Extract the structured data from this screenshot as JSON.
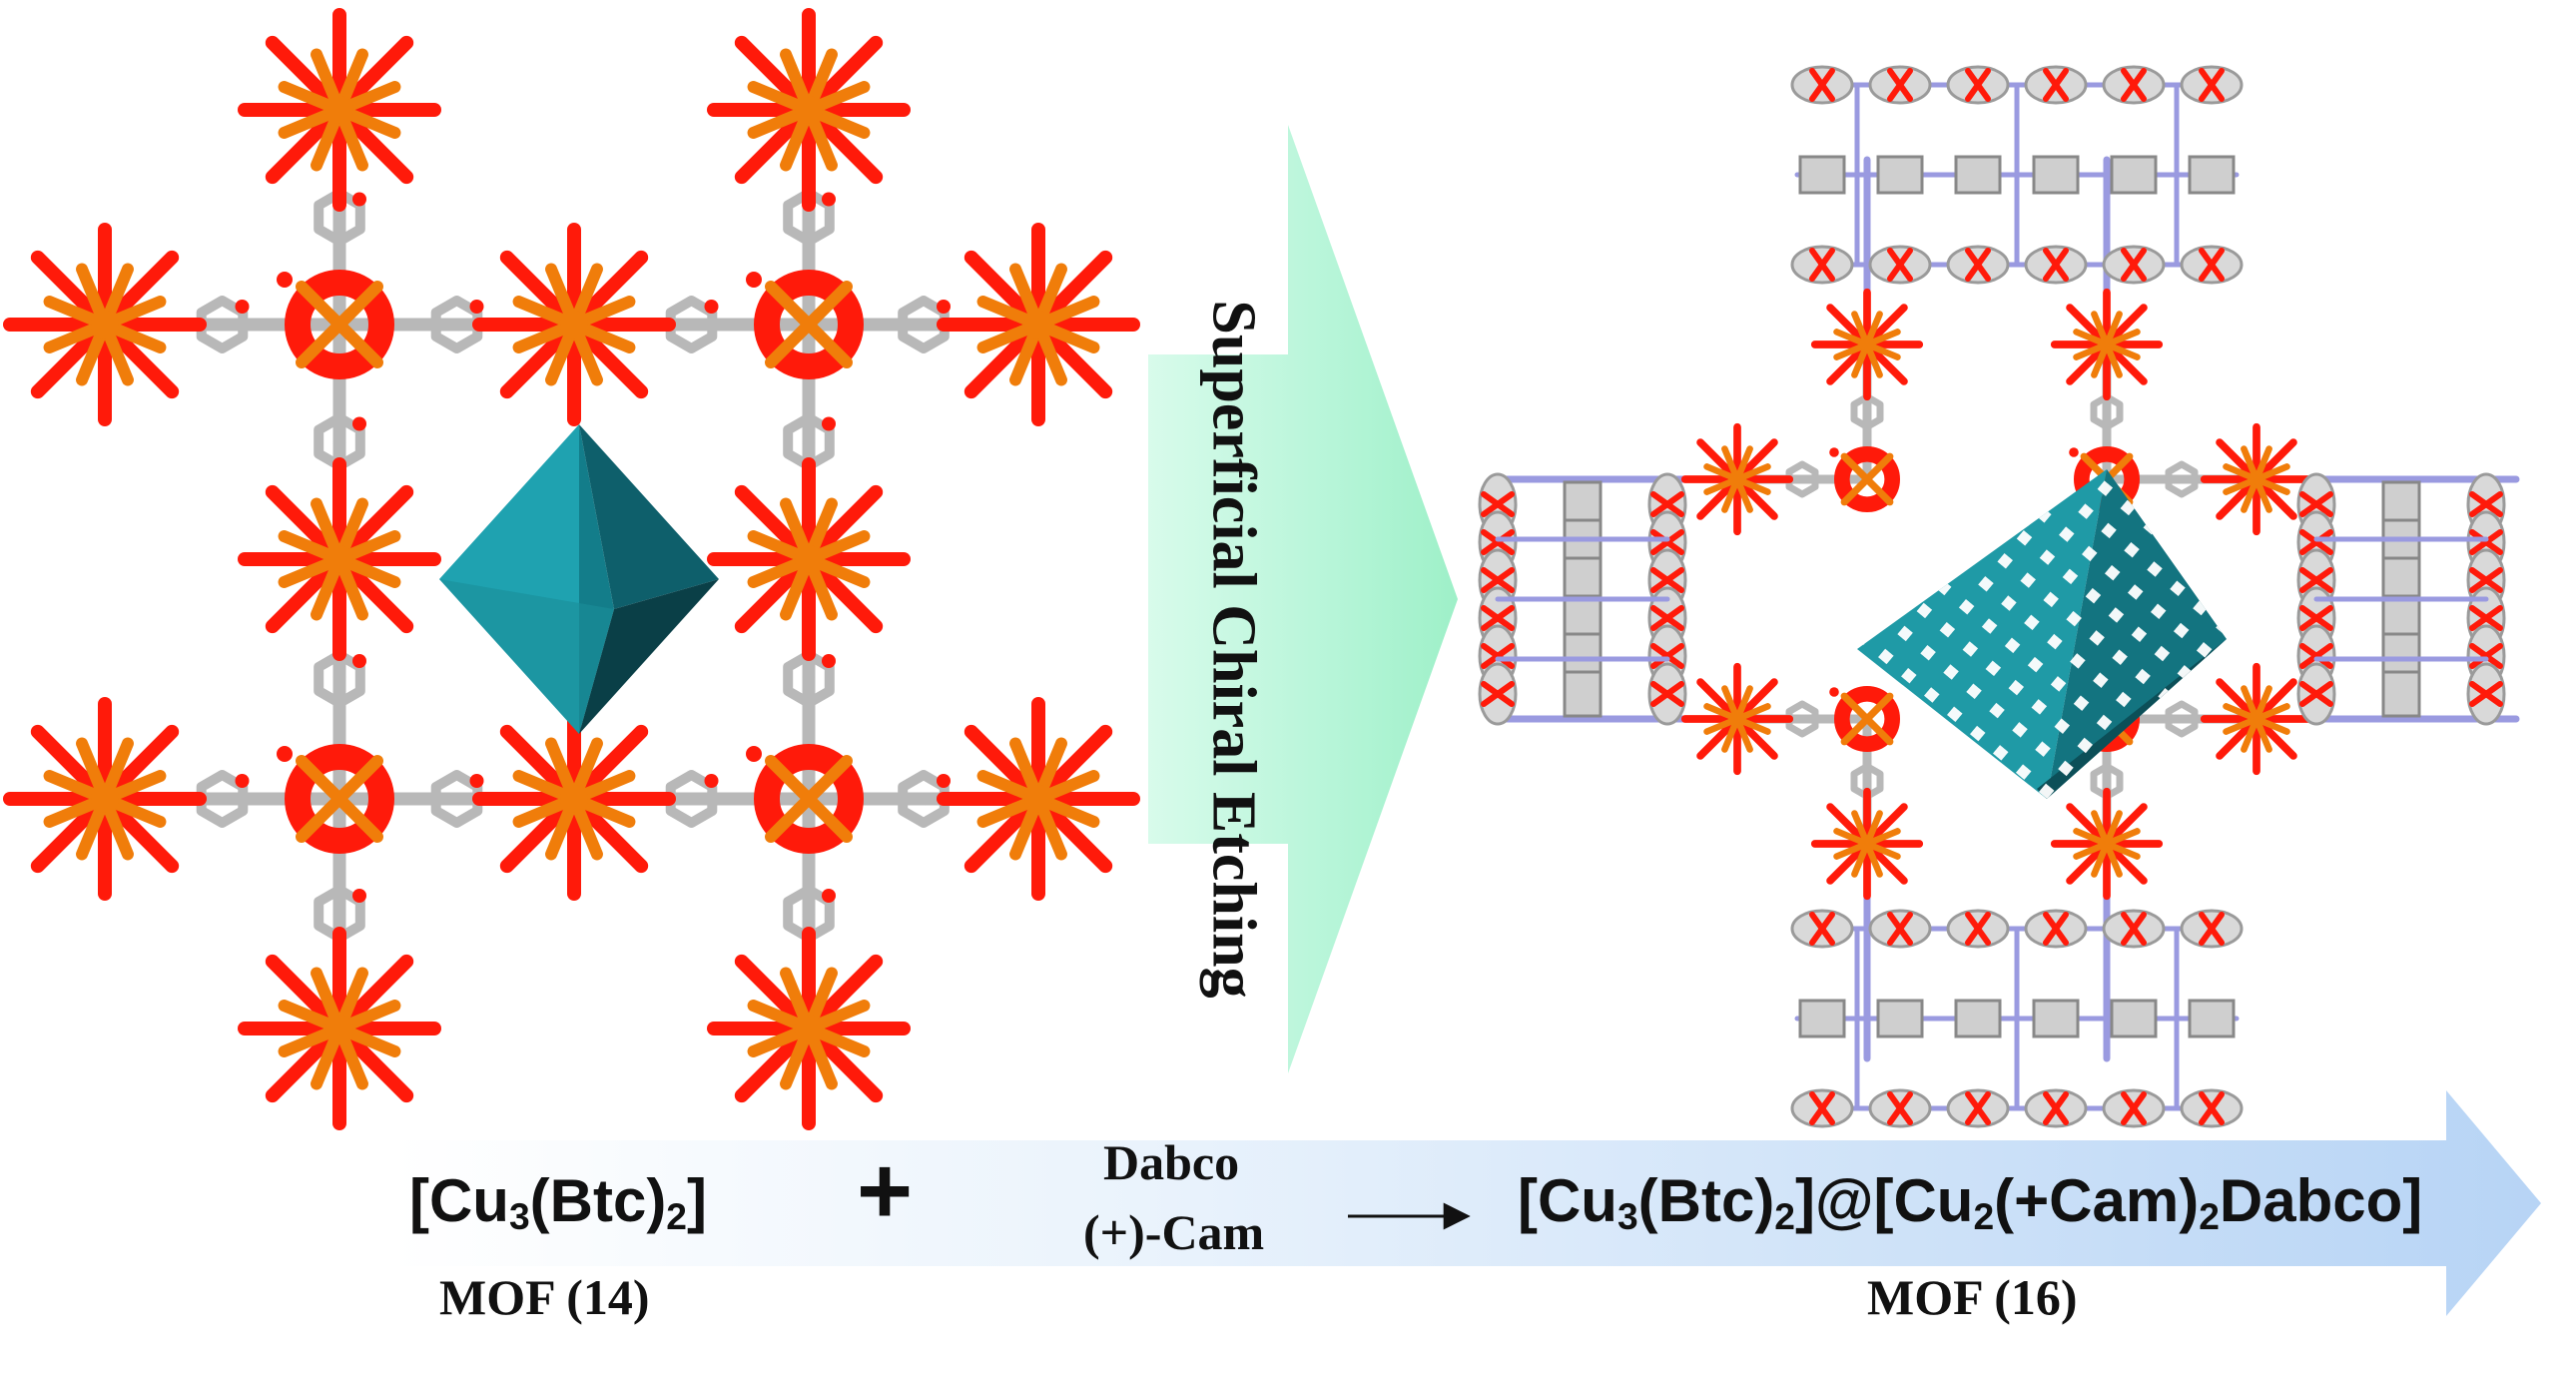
{
  "etching_label": "Superficial Chiral Etching",
  "reactant": {
    "formula_parts": [
      "[Cu",
      "3",
      "(Btc)",
      "2",
      "]"
    ],
    "name": "MOF (14)"
  },
  "plus_sign": "+",
  "reagents": [
    "Dabco",
    "(+)-Cam"
  ],
  "product": {
    "formula_parts": [
      "[Cu",
      "3",
      "(Btc)",
      "2",
      "]@[Cu",
      "2",
      "(+Cam)",
      "2",
      "Dabco]"
    ],
    "name": "MOF (16)"
  },
  "colors": {
    "copper": "#f07d0a",
    "oxygen": "#ff1a0a",
    "carbon": "#b8b8b8",
    "nitrogen": "#9a9ae0",
    "octahedron": "#1f9aa6",
    "etch_arrow": "#b6f5d8",
    "reaction_arrow": "#b7d4f5"
  },
  "icons": [
    "octahedron-cage-icon",
    "etched-octahedron-icon",
    "cu-paddlewheel-icon"
  ]
}
